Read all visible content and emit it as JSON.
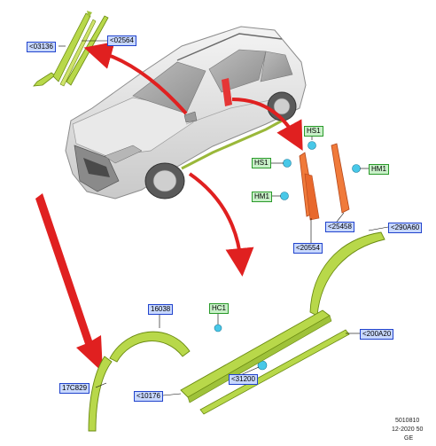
{
  "parts": {
    "p03136": "<03136",
    "p02564": "<02564",
    "p20554": "<20554",
    "p25458": "<25458",
    "p290A60": "<290A60",
    "p16038": "16038",
    "p17C829": "17C829",
    "p10176": "<10176",
    "p31200": "<31200",
    "p200A20": "<200A20"
  },
  "fasteners": {
    "hs1_top": "HS1",
    "hs1_left": "HS1",
    "hm1_right": "HM1",
    "hm1_left": "HM1",
    "hc1": "HC1"
  },
  "footer": {
    "code": "5010810",
    "date": "12-2020 50",
    "region": "GE"
  },
  "colors": {
    "arrow": "#e02020",
    "trim": "#b8d84a",
    "trim_dark": "#6a8a10",
    "appliqué": "#f07a3a",
    "clip": "#48c8e8",
    "label_blue_bg": "#c8d8ff",
    "label_green_bg": "#c8f0c8"
  }
}
